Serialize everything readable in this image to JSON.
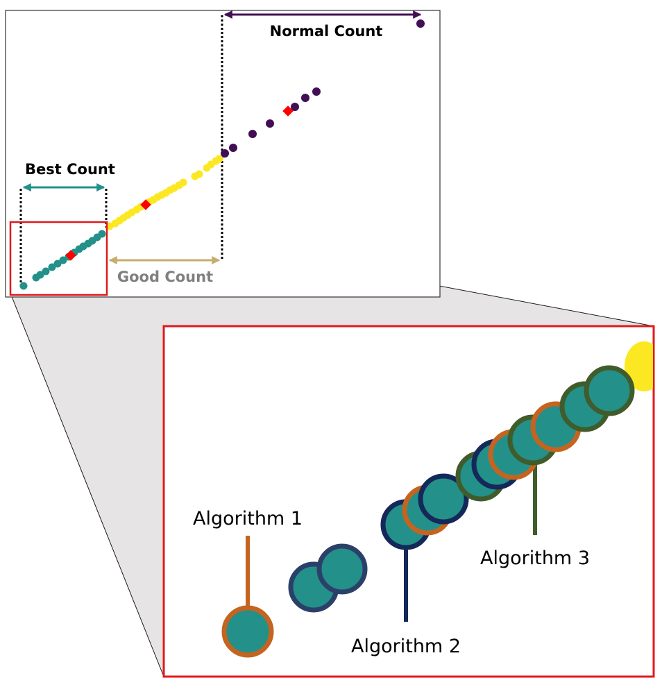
{
  "overview": {
    "labels": {
      "best": "Best Count",
      "good": "Good Count",
      "normal": "Normal Count"
    }
  },
  "zoom": {
    "labels": {
      "algo1": "Algorithm 1",
      "algo2": "Algorithm 2",
      "algo3": "Algorithm 3"
    }
  },
  "colors": {
    "best": "#23908a",
    "good": "#fce723",
    "normal": "#430f54",
    "marker": "#ff0000",
    "highlight_box": "#e0191c",
    "zoom_fill": "#e6e4e5",
    "good_arrow": "#c7ad6c",
    "good_text": "#7f7f7f",
    "algo1": "#c46420",
    "algo2": "#14285a",
    "algo3": "#405c2b",
    "algo2_light": "#2b4069"
  },
  "icons": [
    "double-arrow-icon",
    "diamond-marker-icon"
  ]
}
